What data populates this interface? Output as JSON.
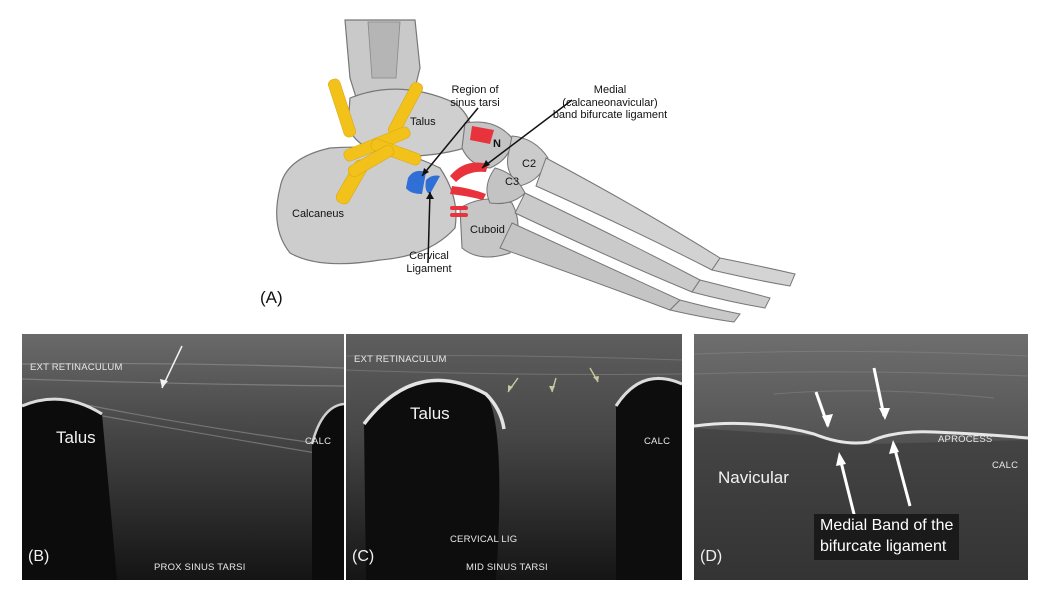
{
  "panel_a": {
    "letter": "(A)",
    "labels": {
      "region": "Region of sinus tarsi",
      "medial": "Medial (calcaneonavicular) band bifurcate ligament",
      "talus": "Talus",
      "n": "N",
      "c2": "C2",
      "c3": "C3",
      "calcaneus": "Calcaneus",
      "cuboid": "Cuboid",
      "cervical": "Cervical Ligament"
    },
    "colors": {
      "ligament_yellow": "#f2c21b",
      "ligament_red": "#e8333c",
      "ligament_blue": "#2f6fd6",
      "bone": "#c8c8c8"
    }
  },
  "panel_b": {
    "letter": "(B)",
    "ext_retinaculum": "EXT RETINACULUM",
    "talus": "Talus",
    "calc": "CALC",
    "bottom": "PROX SINUS TARSI"
  },
  "panel_c": {
    "letter": "(C)",
    "ext_retinaculum": "EXT RETINACULUM",
    "talus": "Talus",
    "calc": "CALC",
    "cervical_lig": "CERVICAL LIG",
    "bottom": "MID SINUS TARSI"
  },
  "panel_d": {
    "letter": "(D)",
    "navicular": "Navicular",
    "aprocess": "APROCESS",
    "calc": "CALC",
    "caption_line1": "Medial Band of the",
    "caption_line2": "bifurcate ligament"
  }
}
